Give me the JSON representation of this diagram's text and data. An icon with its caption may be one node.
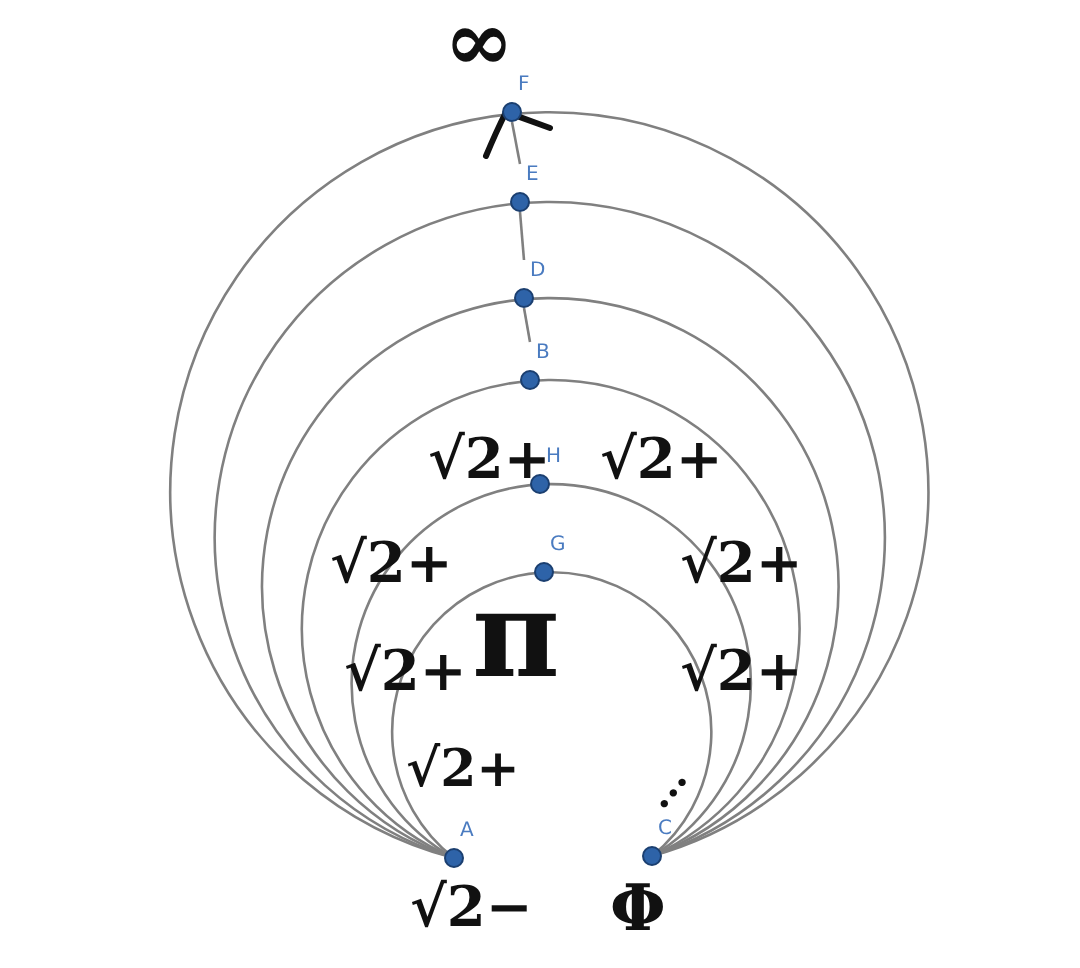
{
  "diagram": {
    "nodes": [
      {
        "text": [
          "F"
        ]
      },
      {
        "text": [
          "E"
        ]
      },
      {
        "text": [
          "D"
        ]
      },
      {
        "text": [
          "B"
        ]
      },
      {
        "text": [
          "H"
        ]
      },
      {
        "text": [
          "G"
        ]
      },
      {
        "text": [
          "A"
        ]
      },
      {
        "text": [
          "C"
        ]
      }
    ],
    "edges": [
      {
        "from": 3,
        "to": 2,
        "arrow": "none"
      },
      {
        "from": 2,
        "to": 1,
        "arrow": "none"
      },
      {
        "from": 1,
        "to": 0,
        "arrow": "none"
      }
    ],
    "labels": [
      "∞",
      "√2+",
      "√2+",
      "√2+",
      "π",
      "√2+",
      "√2+",
      "√2+",
      "√2+",
      "...",
      "√2−",
      "Φ"
    ]
  }
}
